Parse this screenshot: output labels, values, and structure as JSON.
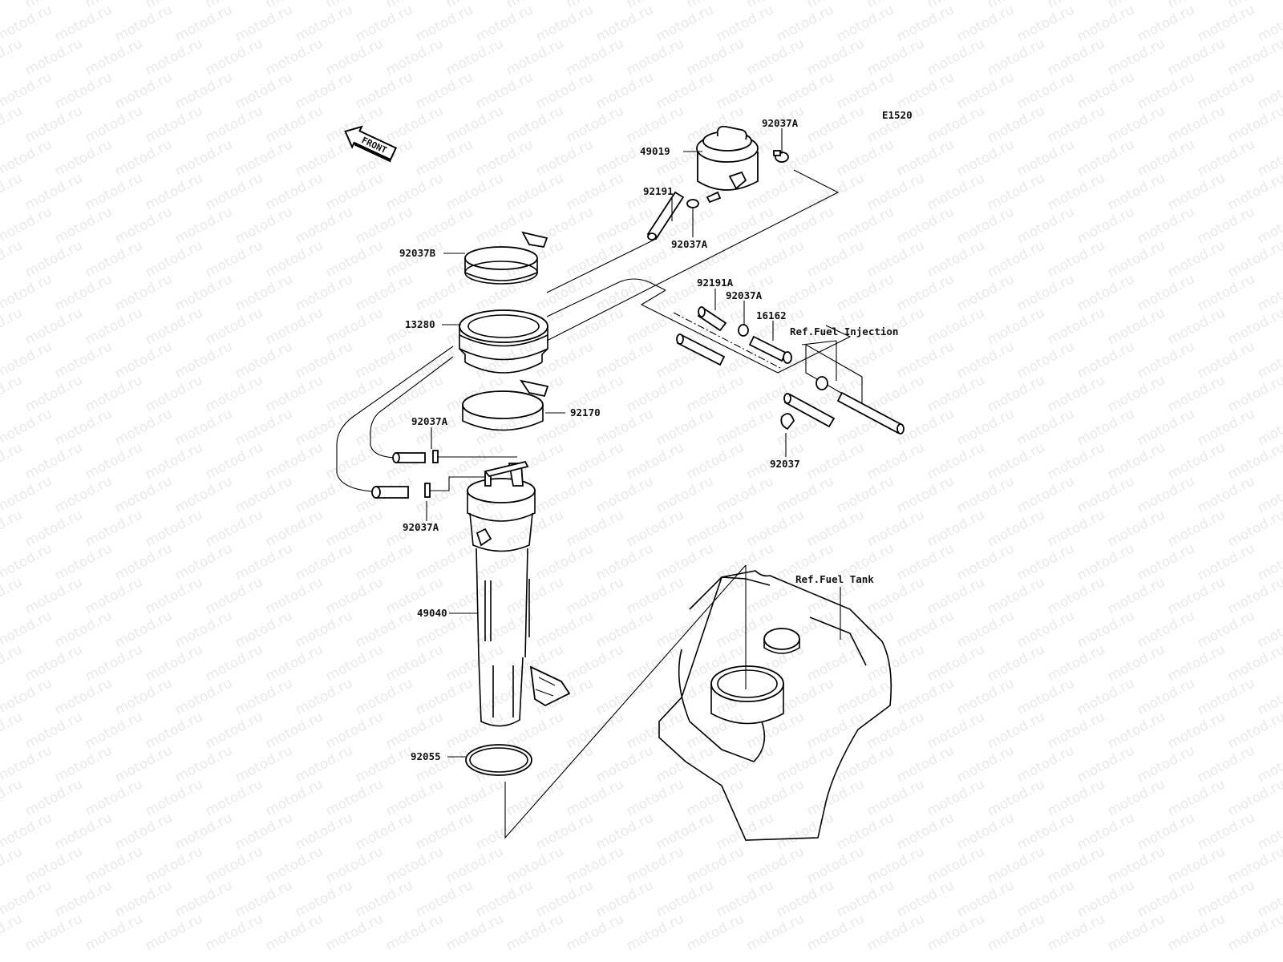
{
  "diagram": {
    "code": "E1520",
    "front_label": "FRONT",
    "watermark": "motod.ru",
    "parts": [
      {
        "id": "p-49019",
        "number": "49019"
      },
      {
        "id": "p-92037A-top",
        "number": "92037A"
      },
      {
        "id": "p-92191",
        "number": "92191"
      },
      {
        "id": "p-92037A-mid",
        "number": "92037A"
      },
      {
        "id": "p-92037B",
        "number": "92037B"
      },
      {
        "id": "p-13280",
        "number": "13280"
      },
      {
        "id": "p-92191A",
        "number": "92191A"
      },
      {
        "id": "p-92037A-right",
        "number": "92037A"
      },
      {
        "id": "p-16162",
        "number": "16162"
      },
      {
        "id": "p-92170",
        "number": "92170"
      },
      {
        "id": "p-92037A-left1",
        "number": "92037A"
      },
      {
        "id": "p-92037A-left2",
        "number": "92037A"
      },
      {
        "id": "p-92037",
        "number": "92037"
      },
      {
        "id": "p-49040",
        "number": "49040"
      },
      {
        "id": "p-92055",
        "number": "92055"
      }
    ],
    "references": {
      "fuel_injection": "Ref.Fuel Injection",
      "fuel_tank": "Ref.Fuel Tank"
    }
  }
}
